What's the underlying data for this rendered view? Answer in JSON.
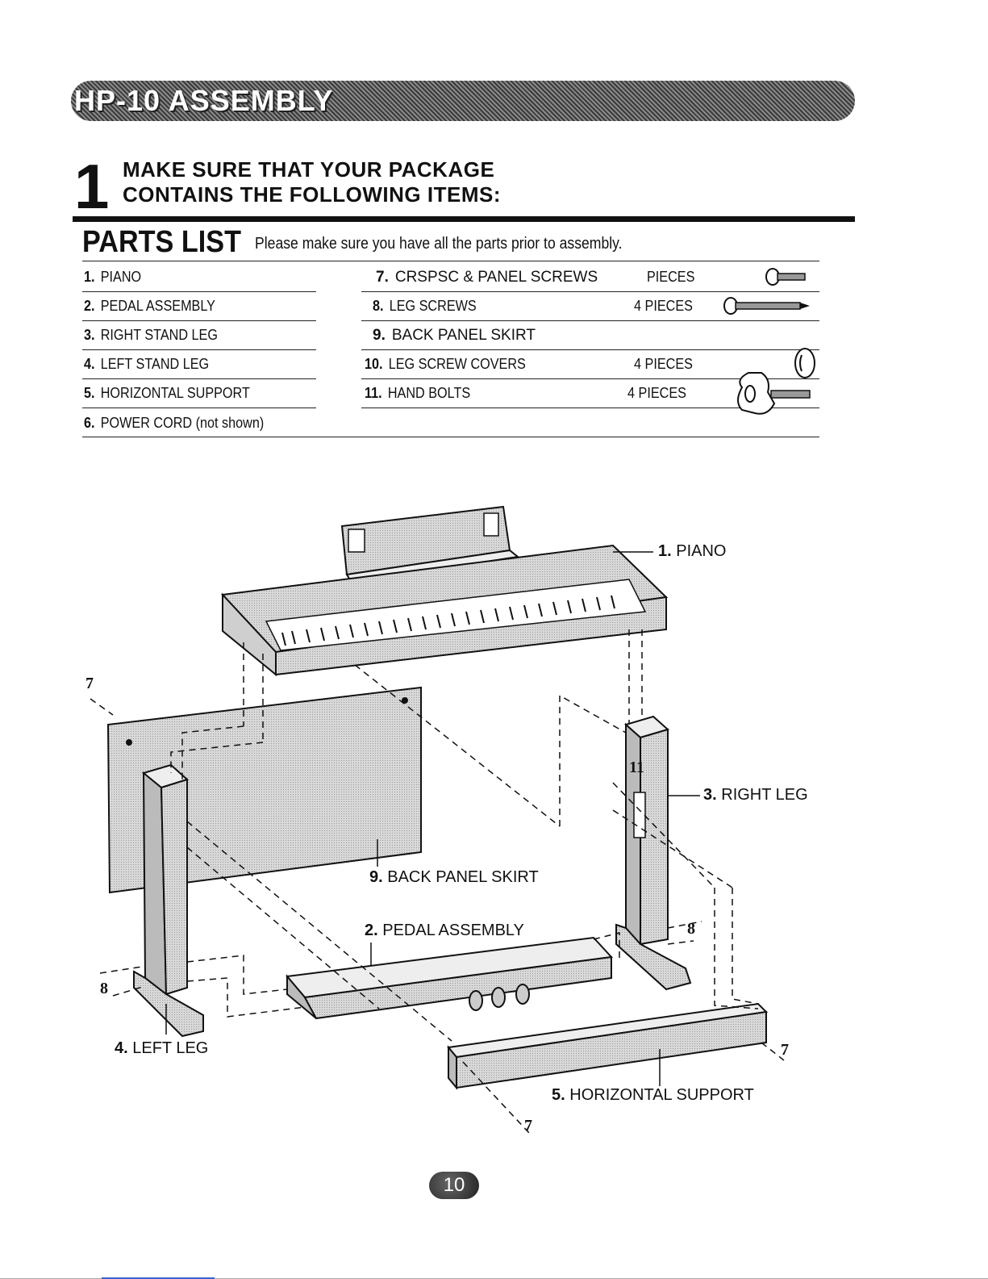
{
  "header": {
    "title": "HP-10 ASSEMBLY"
  },
  "step": {
    "number": "1",
    "line1": "MAKE SURE THAT YOUR PACKAGE",
    "line2": "CONTAINS THE FOLLOWING ITEMS:"
  },
  "parts_list": {
    "title": "PARTS LIST",
    "subtitle": "Please make sure you have all the parts prior to assembly.",
    "left": [
      {
        "num": "1.",
        "name": "PIANO"
      },
      {
        "num": "2.",
        "name": "PEDAL ASSEMBLY"
      },
      {
        "num": "3.",
        "name": "RIGHT STAND LEG"
      },
      {
        "num": "4.",
        "name": "LEFT STAND LEG"
      },
      {
        "num": "5.",
        "name": "HORIZONTAL SUPPORT"
      },
      {
        "num": "6.",
        "name": "POWER CORD (not shown)"
      }
    ],
    "right": [
      {
        "num": "7.",
        "name": "CRSPSC & PANEL SCREWS",
        "qty": "PIECES"
      },
      {
        "num": "8.",
        "name": "LEG SCREWS",
        "qty": "4 PIECES"
      },
      {
        "num": "9.",
        "name": "BACK PANEL SKIRT",
        "qty": ""
      },
      {
        "num": "10.",
        "name": "LEG SCREW COVERS",
        "qty": "4 PIECES"
      },
      {
        "num": "11.",
        "name": "HAND BOLTS",
        "qty": "4 PIECES"
      }
    ]
  },
  "diagram": {
    "labels": {
      "piano_num": "1.",
      "piano": "PIANO",
      "right_leg_num": "3.",
      "right_leg": "RIGHT LEG",
      "back_panel_num": "9.",
      "back_panel": "BACK PANEL SKIRT",
      "pedal_num": "2.",
      "pedal": "PEDAL ASSEMBLY",
      "left_leg_num": "4.",
      "left_leg": "LEFT LEG",
      "horizontal_num": "5.",
      "horizontal": "HORIZONTAL SUPPORT"
    },
    "callouts": {
      "c7": "7",
      "c8": "8",
      "c11": "11"
    }
  },
  "footer": {
    "page_number": "10"
  }
}
